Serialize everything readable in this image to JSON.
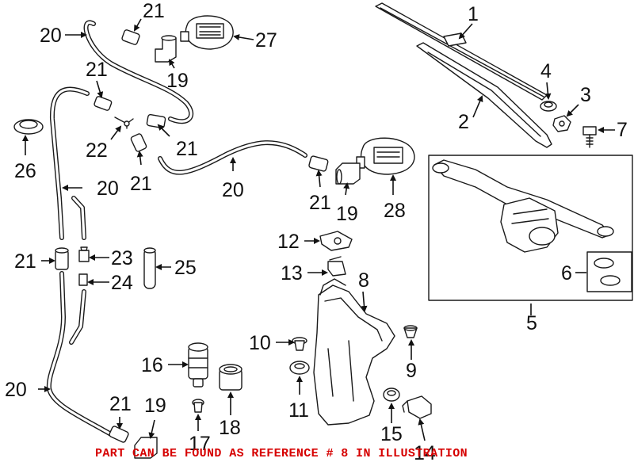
{
  "labels": {
    "n1": "1",
    "n2": "2",
    "n3": "3",
    "n4": "4",
    "n5": "5",
    "n6": "6",
    "n7": "7",
    "n8": "8",
    "n9": "9",
    "n10": "10",
    "n11": "11",
    "n12": "12",
    "n13": "13",
    "n14": "14",
    "n15": "15",
    "n16": "16",
    "n17": "17",
    "n18": "18",
    "n19a": "19",
    "n19b": "19",
    "n19c": "19",
    "n20a": "20",
    "n20b": "20",
    "n20c": "20",
    "n20d": "20",
    "n21a": "21",
    "n21b": "21",
    "n21c": "21",
    "n21d": "21",
    "n21e": "21",
    "n21f": "21",
    "n21g": "21",
    "n22": "22",
    "n23": "23",
    "n24": "24",
    "n25": "25",
    "n26": "26",
    "n27": "27",
    "n28": "28"
  },
  "footer_note": "PART CAN BE FOUND AS REFERENCE # 8 IN ILLUSTRATION",
  "colors": {
    "note": "#d60000",
    "line": "#1a1a1a"
  }
}
